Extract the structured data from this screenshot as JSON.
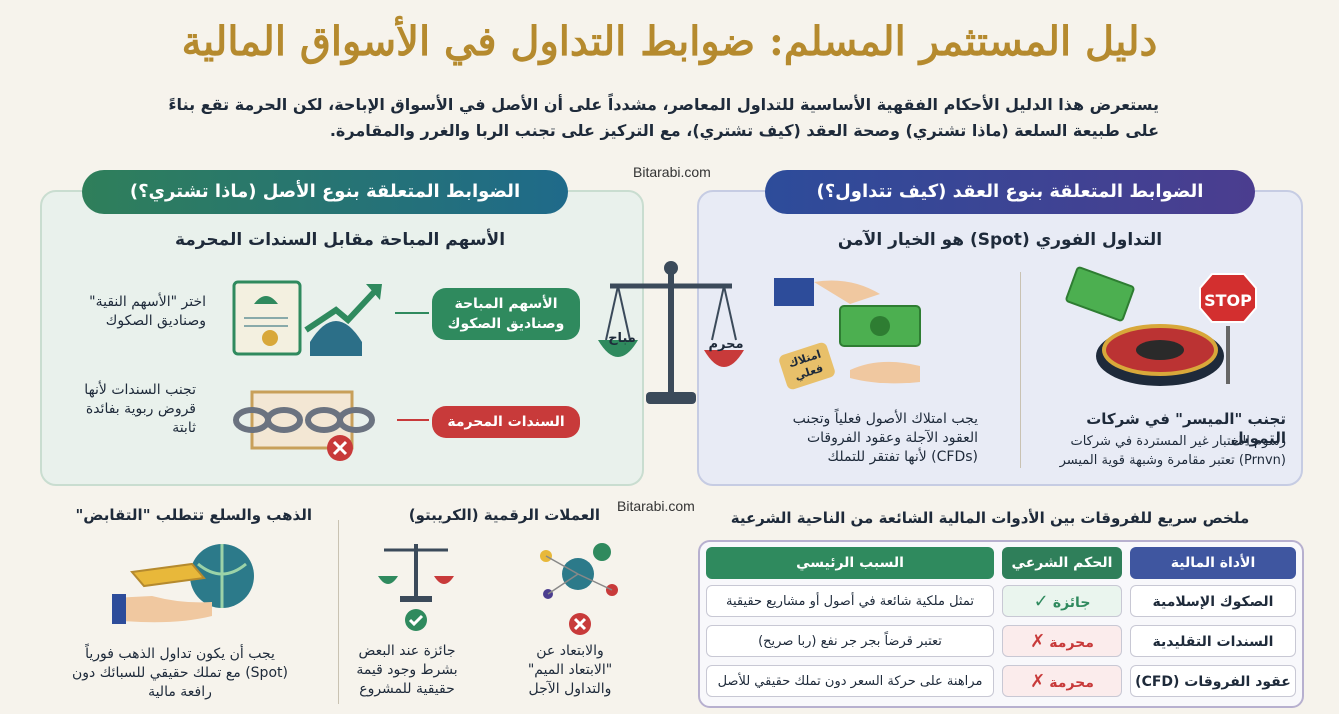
{
  "title": "دليل المستثمر المسلم: ضوابط التداول في الأسواق المالية",
  "intro": "يستعرض هذا الدليل الأحكام الفقهية الأساسية للتداول المعاصر، مشدداً على أن الأصل في الأسواق الإباحة، لكن الحرمة تقع بناءً على طبيعة السلعة (ماذا تشتري) وصحة العقد (كيف تشتري)، مع التركيز على تجنب الربا والغرر والمقامرة.",
  "watermark": "Bitarabi.com",
  "asset_section": {
    "header": "الضوابط المتعلقة بنوع الأصل (ماذا تشتري؟)",
    "subtitle": "الأسهم المباحة مقابل السندات المحرمة",
    "items": [
      {
        "tag": "الأسهم المباحة وصناديق الصكوك",
        "note": "اختر \"الأسهم النقية\" وصناديق الصكوك",
        "status": "allowed"
      },
      {
        "tag": "السندات المحرمة",
        "note": "تجنب السندات لأنها قروض ربوية بفائدة ثابتة",
        "status": "forbidden"
      }
    ]
  },
  "contract_section": {
    "header": "الضوابط المتعلقة بنوع العقد (كيف تتداول؟)",
    "subtitle": "التداول الفوري (Spot) هو الخيار الآمن",
    "stop_sign": "STOP",
    "ownership_tag": "امتلاك فعلي",
    "items": [
      {
        "title": "",
        "text": "يجب امتلاك الأصول فعلياً وتجنب العقود الآجلة وعقود الفروقات (CFDs) لأنها تفتقر للتملك"
      },
      {
        "title": "تجنب \"الميسر\" في شركات التمويل",
        "text": "رسوم الاختبار غير المستردة في شركات (Prnvn) تعتبر مقامرة وشبهة قوية الميسر"
      }
    ]
  },
  "scale": {
    "left_label": "مباح",
    "right_label": "محرم"
  },
  "gold_section": {
    "title": "الذهب والسلع تتطلب \"التقابض\"",
    "text": "يجب أن يكون تداول الذهب فورياً (Spot) مع تملك حقيقي للسبائك دون رافعة مالية"
  },
  "crypto_section": {
    "title": "العملات الرقمية (الكريبتو)",
    "allowed_text": "جائزة عند البعض بشرط وجود قيمة حقيقية للمشروع",
    "avoid_text": "والابتعاد عن \"الابتعاد الميم\" والتداول الآجل"
  },
  "table": {
    "title": "ملخص سريع للفروقات بين الأدوات المالية الشائعة من الناحية الشرعية",
    "headers": [
      "الأداة المالية",
      "الحكم الشرعي",
      "السبب الرئيسي"
    ],
    "rows": [
      {
        "instrument": "الصكوك الإسلامية",
        "ruling": "جائزة",
        "ok": true,
        "reason": "تمثل ملكية شائعة في أصول أو مشاريع حقيقية"
      },
      {
        "instrument": "السندات التقليدية",
        "ruling": "محرمة",
        "ok": false,
        "reason": "تعتبر قرضاً بجر جر نفع (ربا صريح)"
      },
      {
        "instrument": "عقود الفروقات (CFD)",
        "ruling": "محرمة",
        "ok": false,
        "reason": "مراهنة على حركة السعر دون تملك حقيقي للأصل"
      }
    ]
  },
  "colors": {
    "gold": "#b58a2e",
    "green": "#2f8a5e",
    "red": "#c83a3a",
    "navy": "#2d4c9a"
  }
}
